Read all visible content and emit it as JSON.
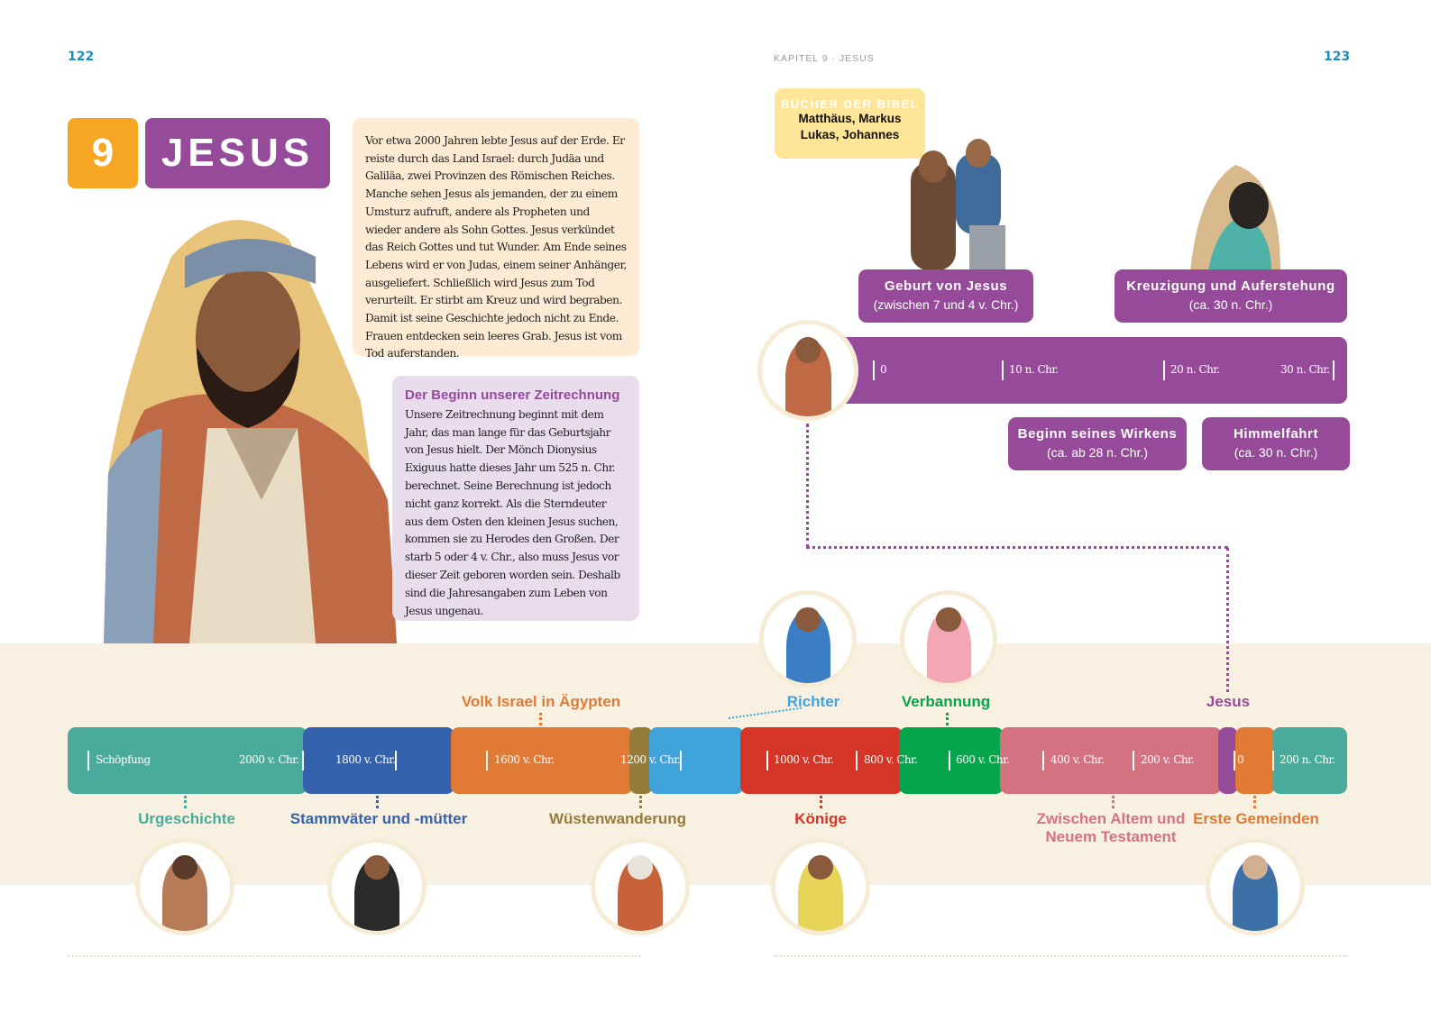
{
  "header": {
    "page_left": "122",
    "page_right": "123",
    "chapter": "KAPITEL 9 · JESUS"
  },
  "title": {
    "number": "9",
    "name": "JESUS"
  },
  "intro_text": "Vor etwa 2000 Jahren lebte Jesus auf der Erde. Er reiste durch das Land Israel: durch Judäa und Galiläa, zwei Provinzen des Römischen Reiches. Manche sehen Jesus als jemanden, der zu einem Umsturz aufruft, andere als Propheten und wieder andere als Sohn Gottes. Jesus verkündet das Reich Gottes und tut Wunder. Am Ende seines Lebens wird er von Judas, einem seiner Anhänger, ausgeliefert. Schließlich wird Jesus zum Tod verurteilt. Er stirbt am Kreuz und wird begraben. Damit ist seine Geschichte jedoch nicht zu Ende. Frauen entdecken sein leeres Grab. Jesus ist vom Tod auferstanden.",
  "info_box": {
    "heading": "Der Beginn unserer Zeitrechnung",
    "text": "Unsere Zeitrechnung beginnt mit dem Jahr, das man lange für das Geburtsjahr von Jesus hielt. Der Mönch Dionysius Exiguus hatte dieses Jahr um 525 n. Chr. berechnet. Seine Berechnung ist jedoch nicht ganz korrekt. Als die Sterndeuter aus dem Osten den kleinen Jesus suchen, kommen sie zu Herodes den Großen. Der starb 5 oder 4 v. Chr., also muss Jesus vor dieser Zeit geboren worden sein. Deshalb sind die Jahresangaben zum Leben von Jesus ungenau."
  },
  "books": {
    "label": "BÜCHER DER BIBEL",
    "line1": "Matthäus, Markus",
    "line2": "Lukas, Johannes"
  },
  "jesus_timeline": {
    "events": [
      {
        "title": "Geburt von Jesus",
        "date": "(zwischen 7 und 4 v. Chr.)"
      },
      {
        "title": "Kreuzigung und Auferstehung",
        "date": "(ca. 30 n. Chr.)"
      },
      {
        "title": "Beginn seines Wirkens",
        "date": "(ca. ab 28 n. Chr.)"
      },
      {
        "title": "Himmelfahrt",
        "date": "(ca. 30 n. Chr.)"
      }
    ],
    "ticks": [
      "0",
      "10 n. Chr.",
      "20 n. Chr.",
      "30 n. Chr."
    ]
  },
  "timeline": {
    "ticks": [
      "Schöpfung",
      "2000 v. Chr.",
      "1800 v. Chr.",
      "1600 v. Chr.",
      "1200 v. Chr.",
      "1000 v. Chr.",
      "800 v. Chr.",
      "600 v. Chr.",
      "400 v. Chr.",
      "200 v. Chr.",
      "0",
      "200 n. Chr."
    ],
    "periods": [
      {
        "label": "Urgeschichte",
        "color": "#49ab9c"
      },
      {
        "label": "Stammväter und -mütter",
        "color": "#3462ad"
      },
      {
        "label": "Volk Israel in Ägypten",
        "color": "#e07a35"
      },
      {
        "label": "Wüstenwanderung",
        "color": "#967c3a"
      },
      {
        "label": "Richter",
        "color": "#3fa3dc"
      },
      {
        "label": "Könige",
        "color": "#d63427"
      },
      {
        "label": "Verbannung",
        "color": "#05a54b"
      },
      {
        "label": "Zwischen Altem und",
        "label2": "Neuem Testament",
        "color": "#d57282"
      },
      {
        "label": "Jesus",
        "color": "#964b9a"
      },
      {
        "label": "Erste Gemeinden",
        "color": "#e07a35"
      }
    ]
  }
}
